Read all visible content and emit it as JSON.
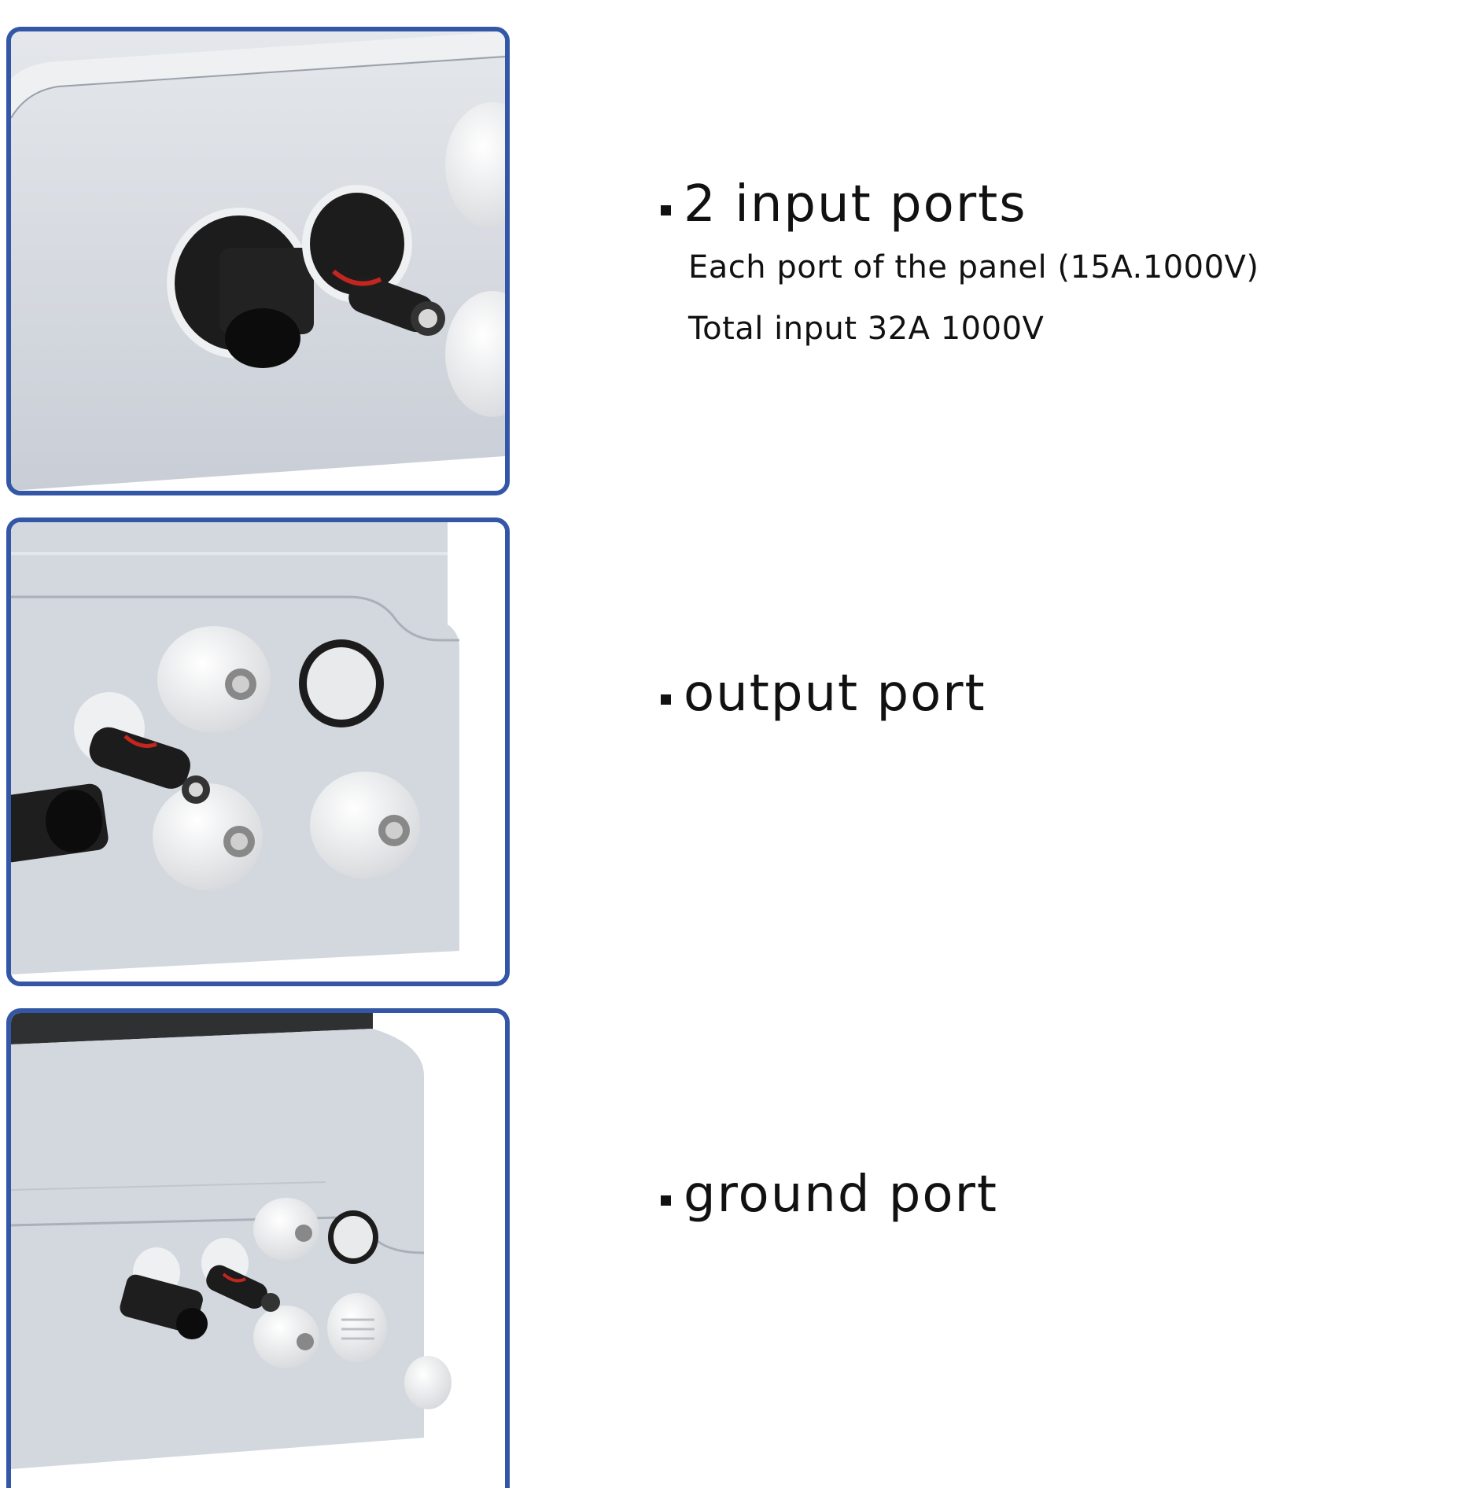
{
  "features": [
    {
      "title": "2 input ports",
      "details": [
        "Each port of the panel (15A.1000V)",
        "Total input 32A 1000V"
      ]
    },
    {
      "title": "output port"
    },
    {
      "title": "ground port"
    }
  ],
  "colors": {
    "frame_border": "#3456a6",
    "enclosure": "#d3d8df",
    "connector": "#1c1c1c",
    "gland": "#f2f3f4",
    "text": "#111111"
  }
}
